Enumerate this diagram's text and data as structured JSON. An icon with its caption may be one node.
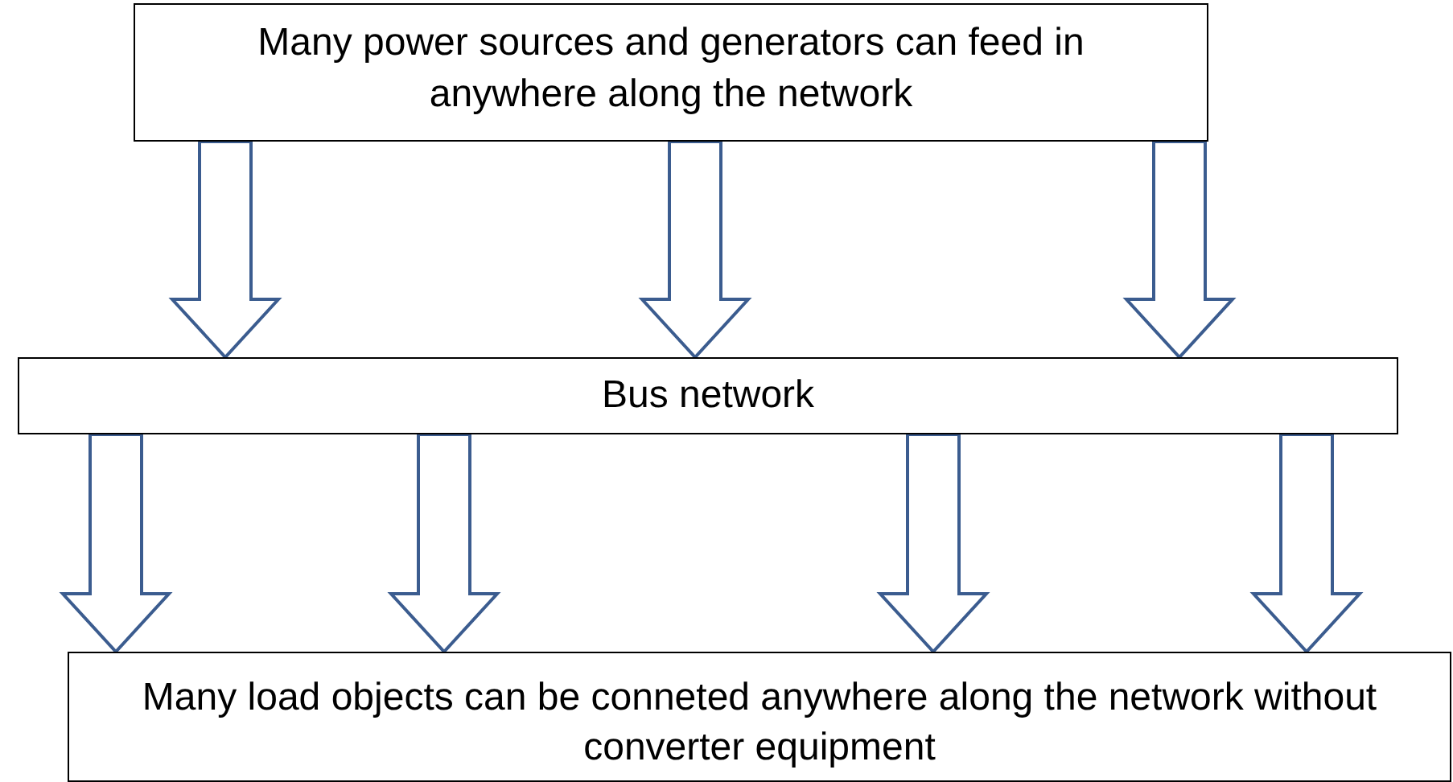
{
  "diagram": {
    "nodes": [
      {
        "text": [
          "Many power sources and generators can feed in anywhere along the network"
        ]
      },
      {
        "text": [
          "Bus network"
        ]
      },
      {
        "text": [
          "Many load objects can be conneted anywhere along the network without converter equipment"
        ]
      }
    ],
    "edges": [
      {
        "from": 0,
        "to": 1,
        "arrow": "to"
      },
      {
        "from": 0,
        "to": 1,
        "arrow": "to"
      },
      {
        "from": 0,
        "to": 1,
        "arrow": "to"
      },
      {
        "from": 1,
        "to": 2,
        "arrow": "to"
      },
      {
        "from": 1,
        "to": 2,
        "arrow": "to"
      },
      {
        "from": 1,
        "to": 2,
        "arrow": "to"
      },
      {
        "from": 1,
        "to": 2,
        "arrow": "to"
      }
    ]
  }
}
